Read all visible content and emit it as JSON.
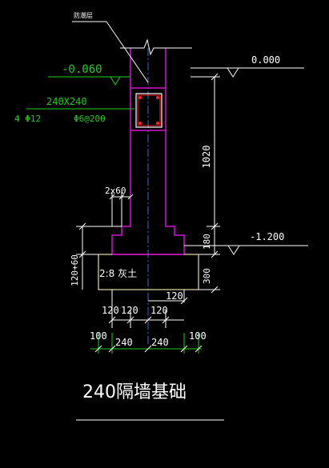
{
  "colors": {
    "background": "#000000",
    "wall": "#d60fd6",
    "dimension": "#ffffff",
    "green": "#22cc22",
    "gridline": "#3a6bd6",
    "footing": "#e6e0a8",
    "rebar": "#ff2222"
  },
  "labels": {
    "beam_callout": "防潮层",
    "elev_minus_0060": "-0.060",
    "section_size": "240X240",
    "main_rebar": "4 Φ12",
    "stirrup": "Φ6@200",
    "elev_0000": "0.000",
    "elev_minus_1200": "-1.200",
    "dim_1020": "1020",
    "dim_180": "180",
    "dim_300": "300",
    "dim_2x60": "2x60",
    "dim_120_60": "120+60",
    "lime_soil": "2:8 灰土",
    "dim_120_right": "120",
    "dim_120_a": "120",
    "dim_120_b": "120",
    "dim_120_c": "120",
    "dim_100_left": "100",
    "dim_240_left": "240",
    "dim_240_right": "240",
    "dim_100_right": "100",
    "title": "240隔墙基础"
  }
}
